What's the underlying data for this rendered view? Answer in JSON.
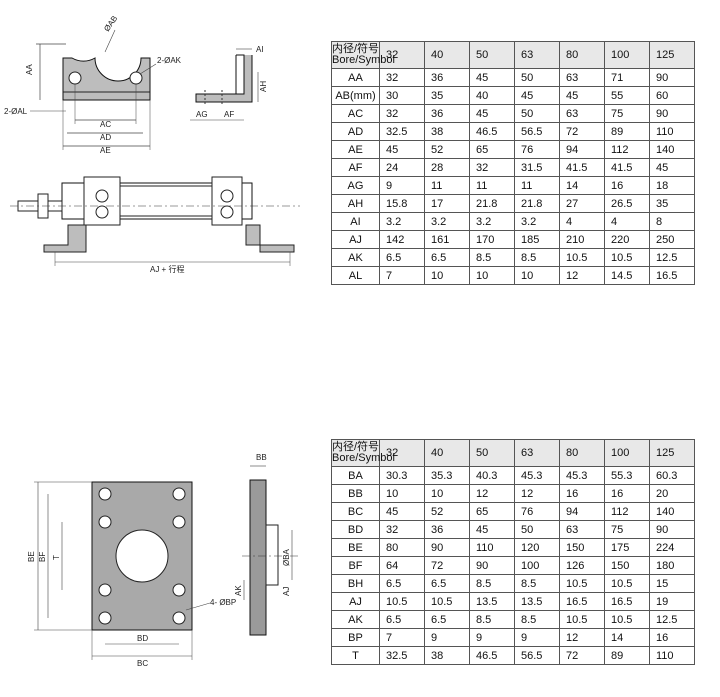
{
  "header": {
    "bore_label_cn": "内径/符号",
    "bore_label_en": "Bore/Symbol",
    "bores": [
      "32",
      "40",
      "50",
      "63",
      "80",
      "100",
      "125"
    ]
  },
  "drawing1": {
    "labels": {
      "ab": "ØAB",
      "ak": "2-ØAK",
      "al": "2-ØAL",
      "aa": "AA",
      "ac": "AC",
      "ad": "AD",
      "ae": "AE",
      "ai": "AI",
      "ah": "AH",
      "ag": "AG",
      "af": "AF",
      "aj": "AJ + 行程"
    }
  },
  "drawing2": {
    "labels": {
      "bb": "BB",
      "be": "BE",
      "bf": "BF",
      "t": "T",
      "ba": "ØBA",
      "ak": "AK",
      "aj": "AJ",
      "bp": "4- ØBP",
      "bd": "BD",
      "bc": "BC"
    }
  },
  "table1": [
    {
      "sym": "AA",
      "v": [
        "32",
        "36",
        "45",
        "50",
        "63",
        "71",
        "90"
      ]
    },
    {
      "sym": "AB(mm)",
      "v": [
        "30",
        "35",
        "40",
        "45",
        "45",
        "55",
        "60"
      ]
    },
    {
      "sym": "AC",
      "v": [
        "32",
        "36",
        "45",
        "50",
        "63",
        "75",
        "90"
      ]
    },
    {
      "sym": "AD",
      "v": [
        "32.5",
        "38",
        "46.5",
        "56.5",
        "72",
        "89",
        "110"
      ]
    },
    {
      "sym": "AE",
      "v": [
        "45",
        "52",
        "65",
        "76",
        "94",
        "112",
        "140"
      ]
    },
    {
      "sym": "AF",
      "v": [
        "24",
        "28",
        "32",
        "31.5",
        "41.5",
        "41.5",
        "45"
      ]
    },
    {
      "sym": "AG",
      "v": [
        "9",
        "11",
        "11",
        "11",
        "14",
        "16",
        "18"
      ]
    },
    {
      "sym": "AH",
      "v": [
        "15.8",
        "17",
        "21.8",
        "21.8",
        "27",
        "26.5",
        "35"
      ]
    },
    {
      "sym": "AI",
      "v": [
        "3.2",
        "3.2",
        "3.2",
        "3.2",
        "4",
        "4",
        "8"
      ]
    },
    {
      "sym": "AJ",
      "v": [
        "142",
        "161",
        "170",
        "185",
        "210",
        "220",
        "250"
      ]
    },
    {
      "sym": "AK",
      "v": [
        "6.5",
        "6.5",
        "8.5",
        "8.5",
        "10.5",
        "10.5",
        "12.5"
      ]
    },
    {
      "sym": "AL",
      "v": [
        "7",
        "10",
        "10",
        "10",
        "12",
        "14.5",
        "16.5"
      ]
    }
  ],
  "table2": [
    {
      "sym": "BA",
      "v": [
        "30.3",
        "35.3",
        "40.3",
        "45.3",
        "45.3",
        "55.3",
        "60.3"
      ]
    },
    {
      "sym": "BB",
      "v": [
        "10",
        "10",
        "12",
        "12",
        "16",
        "16",
        "20"
      ]
    },
    {
      "sym": "BC",
      "v": [
        "45",
        "52",
        "65",
        "76",
        "94",
        "112",
        "140"
      ]
    },
    {
      "sym": "BD",
      "v": [
        "32",
        "36",
        "45",
        "50",
        "63",
        "75",
        "90"
      ]
    },
    {
      "sym": "BE",
      "v": [
        "80",
        "90",
        "110",
        "120",
        "150",
        "175",
        "224"
      ]
    },
    {
      "sym": "BF",
      "v": [
        "64",
        "72",
        "90",
        "100",
        "126",
        "150",
        "180"
      ]
    },
    {
      "sym": "BH",
      "v": [
        "6.5",
        "6.5",
        "8.5",
        "8.5",
        "10.5",
        "10.5",
        "15"
      ]
    },
    {
      "sym": "AJ",
      "v": [
        "10.5",
        "10.5",
        "13.5",
        "13.5",
        "16.5",
        "16.5",
        "19"
      ]
    },
    {
      "sym": "AK",
      "v": [
        "6.5",
        "6.5",
        "8.5",
        "8.5",
        "10.5",
        "10.5",
        "12.5"
      ]
    },
    {
      "sym": "BP",
      "v": [
        "7",
        "9",
        "9",
        "9",
        "12",
        "14",
        "16"
      ]
    },
    {
      "sym": "T",
      "v": [
        "32.5",
        "38",
        "46.5",
        "56.5",
        "72",
        "89",
        "110"
      ]
    }
  ]
}
